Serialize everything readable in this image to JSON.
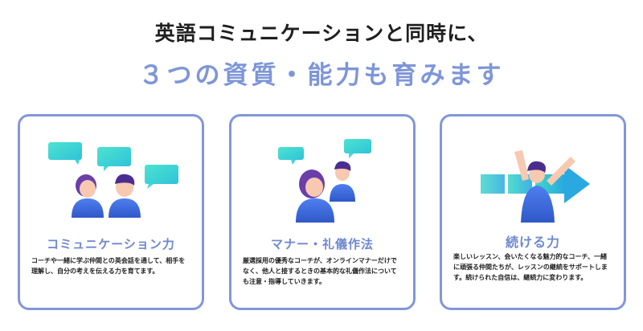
{
  "header": {
    "title": "英語コミュニケーションと同時に、",
    "subtitle": "３つの資質・能力も育みます"
  },
  "cards": [
    {
      "title": "コミュニケーション力",
      "description": "コーチや一緒に学ぶ仲間との英会話を通して、相手を理解し、自分の考えを伝える力を育てます。",
      "icon": "conversation-icon"
    },
    {
      "title": "マナー・礼儀作法",
      "description": "厳選採用の優秀なコーチが、オンラインマナーだけでなく、他人と接するときの基本的な礼儀作法についても注意・指導していきます。",
      "icon": "manners-icon"
    },
    {
      "title": "続ける力",
      "description": "楽しいレッスン、会いたくなる魅力的なコーチ、一緒に頑張る仲間たちが、レッスンの継続をサポートします。続けられた自信は、継続力に変わります。",
      "icon": "perseverance-icon"
    }
  ],
  "colors": {
    "accent": "#7e96d8",
    "card_border": "#8296d9",
    "bubble": "#3ed8c8",
    "person_blue": "#3f6ad8",
    "hair_purple": "#6b3fa8"
  }
}
